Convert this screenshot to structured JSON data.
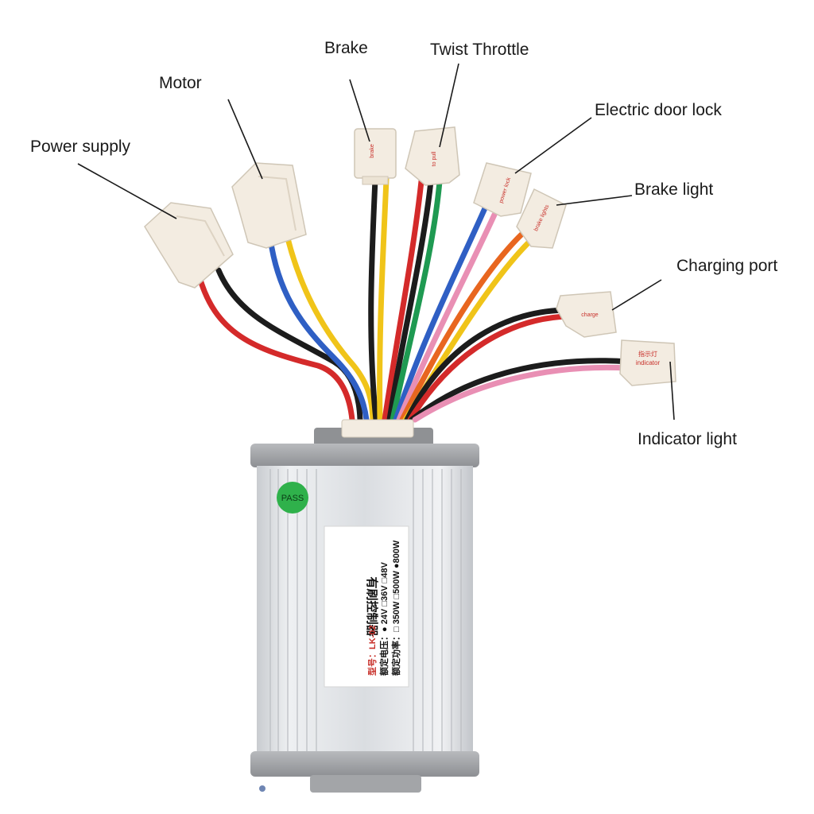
{
  "callouts": {
    "power_supply": "Power supply",
    "motor": "Motor",
    "brake": "Brake",
    "twist_throttle": "Twist Throttle",
    "electric_door_lock": "Electric door lock",
    "brake_light": "Brake light",
    "charging_port": "Charging port",
    "indicator_light": "Indicator light"
  },
  "connector_tags": {
    "brake": "brake",
    "throttle": "to pull",
    "door_lock": "power lock",
    "brake_light": "brake lights",
    "charging": "charge",
    "indicator_cn": "指示灯",
    "indicator": "indicator"
  },
  "controller": {
    "pass_sticker": "PASS",
    "product_name": "有刷控制器",
    "model_line": "型号：LK-02",
    "voltage_line": "额定电压：● 24V  □36V  □48V",
    "power_line": "额定功率：□ 350W □500W ●800W"
  },
  "colors": {
    "red": "#d42a2a",
    "black": "#1c1c1c",
    "blue": "#2f5fc4",
    "yellow": "#f0c419",
    "green": "#1f9a52",
    "pink": "#e98fb4",
    "orange": "#e8661f",
    "connector": "#f3ece1",
    "housing": "#dfe2e6",
    "endcap": "#9b9da0"
  }
}
